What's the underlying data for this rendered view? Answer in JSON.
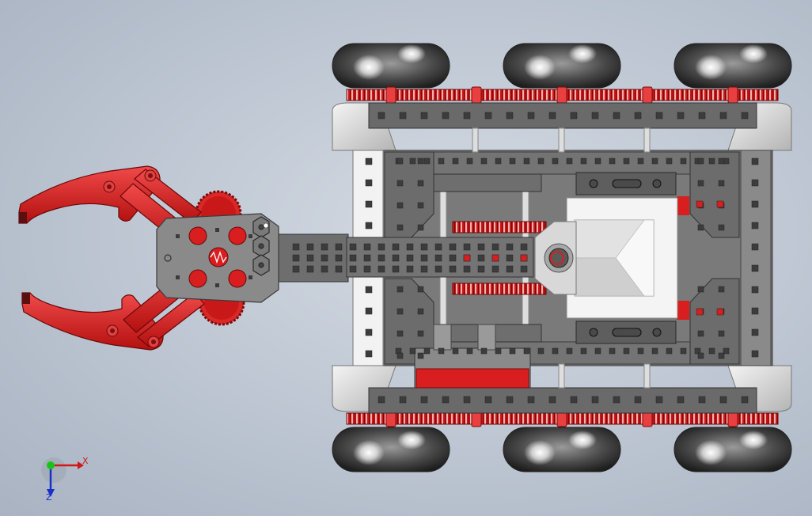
{
  "viewport": {
    "background_top": "#d5dbe4",
    "background_bottom": "#a9b3c2"
  },
  "model": {
    "parts": [
      "chassis",
      "wheels",
      "gear-racks",
      "claw",
      "gripper-gears",
      "battery",
      "motor-housing"
    ],
    "colors": {
      "frame": "#6e6e6e",
      "frame_dark": "#4a4a4a",
      "frame_light": "#8a8a8a",
      "hole": "#3c3c3c",
      "accent_red": "#d81e1e",
      "accent_red_dark": "#8e0c0c",
      "tire": "#3a3a3a",
      "tire_highlight": "#ffffff",
      "panel_white": "#f0f0f0"
    }
  },
  "triad": {
    "x_label": "X",
    "z_label": "Z",
    "x_color": "#d01818",
    "y_color": "#18c418",
    "z_color": "#1830c8"
  }
}
